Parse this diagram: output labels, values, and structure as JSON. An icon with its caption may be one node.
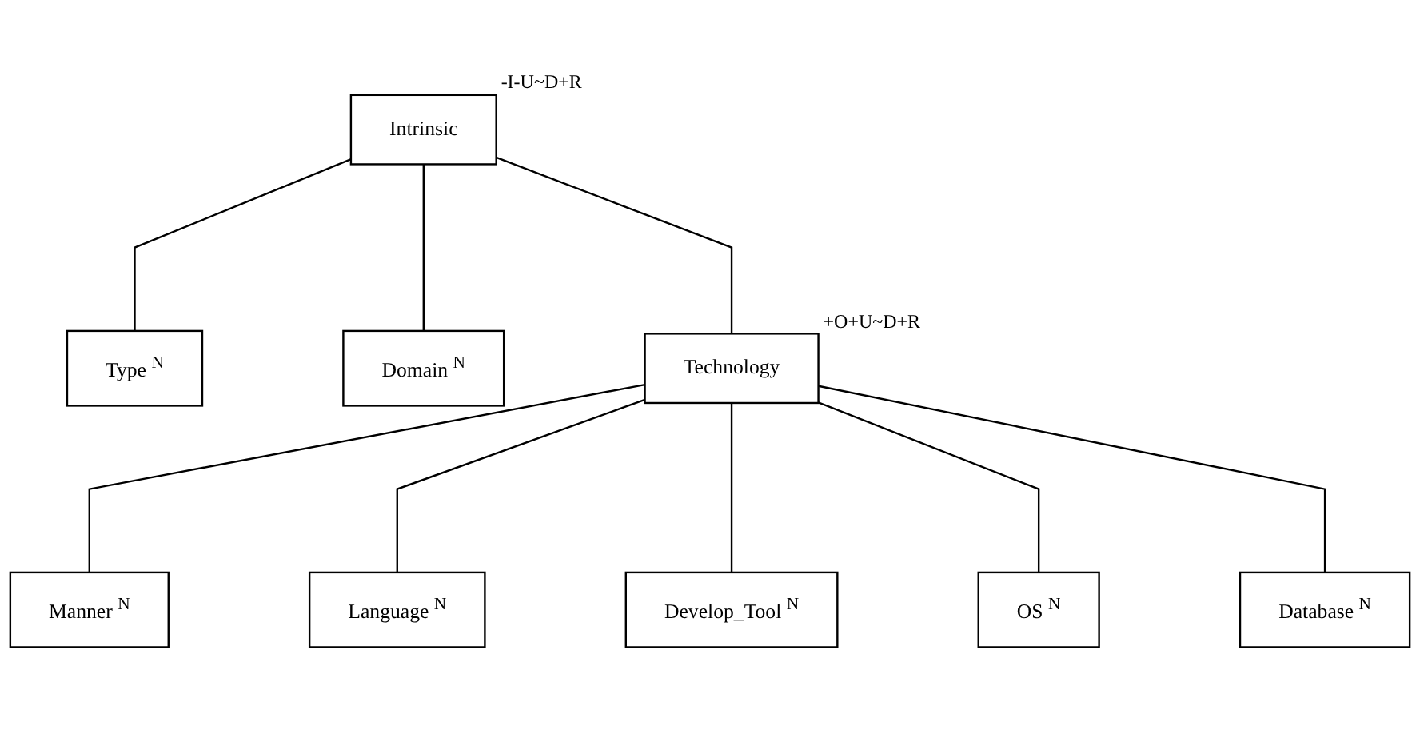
{
  "diagram": {
    "nodes": [
      {
        "text": [
          "Intrinsic"
        ],
        "beside": [
          "-I-U~D+R"
        ]
      },
      {
        "text": [
          "Type $^{N}$"
        ]
      },
      {
        "text": [
          "Domain $^{N}$"
        ]
      },
      {
        "text": [
          "Technology"
        ],
        "beside": [
          "+O+U~D+R"
        ]
      },
      {
        "text": [
          "Manner $^{N}$"
        ]
      },
      {
        "text": [
          "Language $^{N}$"
        ]
      },
      {
        "text": [
          "Develop_Tool $^{N}$"
        ]
      },
      {
        "text": [
          "OS $^{N}$"
        ]
      },
      {
        "text": [
          "Database $^{N}$"
        ]
      }
    ],
    "edges": [
      {
        "from": 0,
        "to": 1,
        "arrow": "none"
      },
      {
        "from": 0,
        "to": 2,
        "arrow": "none"
      },
      {
        "from": 0,
        "to": 3,
        "arrow": "none"
      },
      {
        "from": 3,
        "to": 4,
        "arrow": "none"
      },
      {
        "from": 3,
        "to": 5,
        "arrow": "none"
      },
      {
        "from": 3,
        "to": 6,
        "arrow": "none"
      },
      {
        "from": 3,
        "to": 7,
        "arrow": "none"
      },
      {
        "from": 3,
        "to": 8,
        "arrow": "none"
      }
    ]
  }
}
